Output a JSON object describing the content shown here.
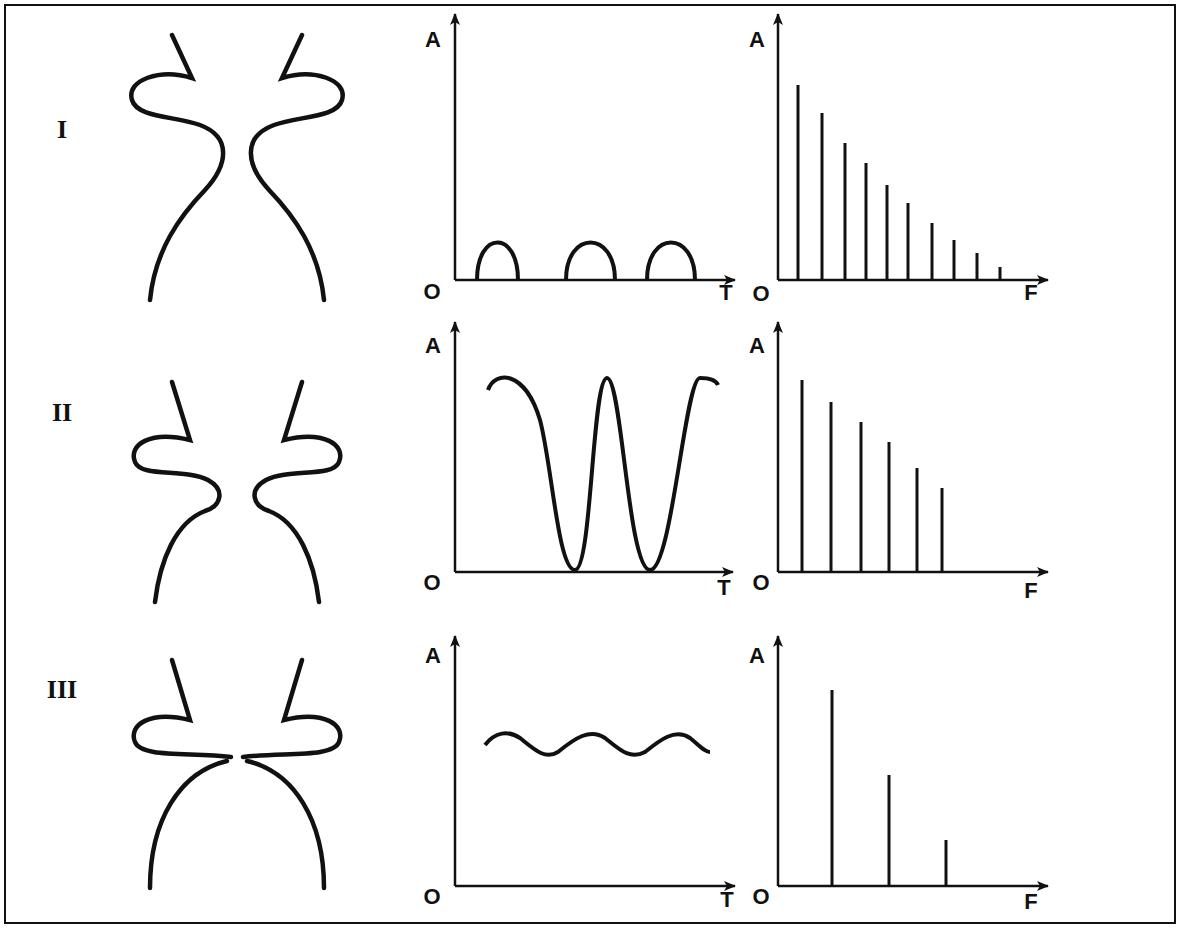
{
  "diagram": {
    "labels": [
      "I",
      "A",
      "O",
      "T",
      "A",
      "O",
      "F",
      "II",
      "A",
      "O",
      "T",
      "A",
      "O",
      "F",
      "III",
      "A",
      "O",
      "T",
      "A",
      "O",
      "F"
    ]
  }
}
